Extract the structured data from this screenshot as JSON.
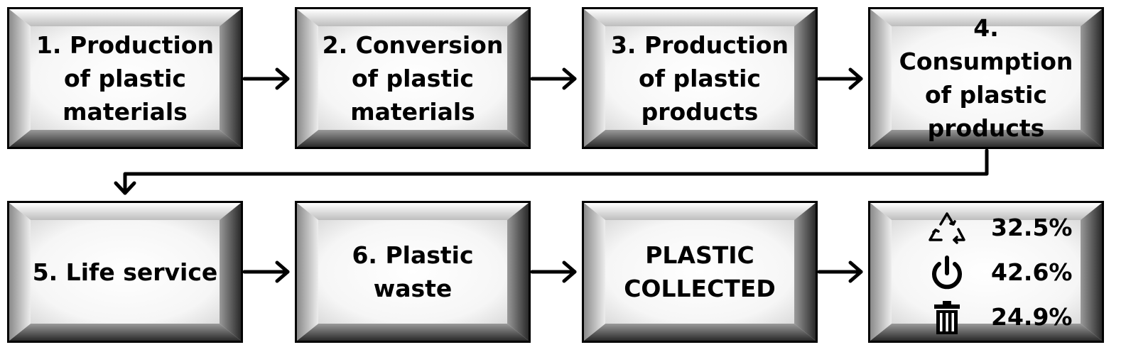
{
  "diagram": {
    "steps": [
      {
        "id": "step1",
        "label": "1. Production\nof plastic\nmaterials"
      },
      {
        "id": "step2",
        "label": "2. Conversion\nof plastic\nmaterials"
      },
      {
        "id": "step3",
        "label": "3. Production\nof plastic\nproducts"
      },
      {
        "id": "step4",
        "label": "4. Consumption\nof plastic\nproducts"
      },
      {
        "id": "step5",
        "label": "5. Life service"
      },
      {
        "id": "step6",
        "label": "6. Plastic waste"
      },
      {
        "id": "collected",
        "label": "PLASTIC\nCOLLECTED"
      }
    ],
    "outcomes": [
      {
        "icon": "recycle-icon",
        "value": "32.5%"
      },
      {
        "icon": "power-icon",
        "value": "42.6%"
      },
      {
        "icon": "trash-icon",
        "value": "24.9%"
      }
    ]
  }
}
